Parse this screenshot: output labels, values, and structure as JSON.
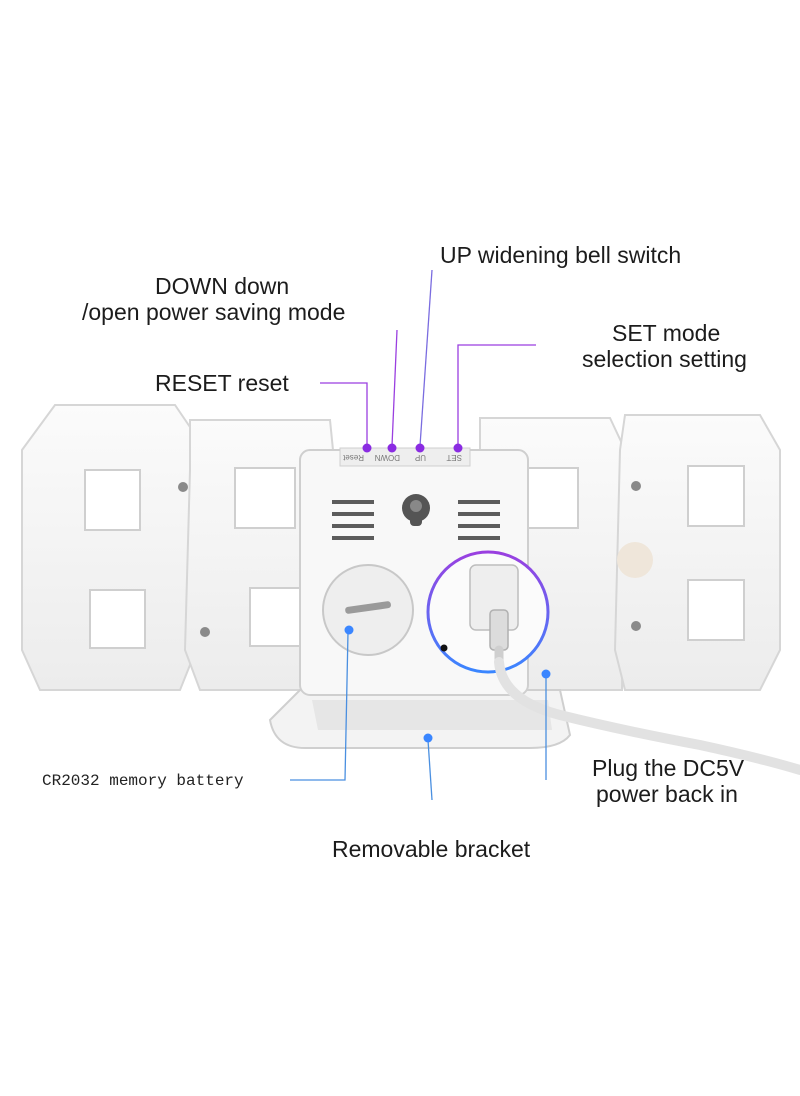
{
  "labels": {
    "up": "UP widening bell switch",
    "down_line1": "DOWN down",
    "down_line2": "/open power saving mode",
    "set_line1": "SET mode",
    "set_line2": "selection setting",
    "reset": "RESET reset",
    "battery": "CR2032 memory battery",
    "plug_line1": "Plug the DC5V",
    "plug_line2": "power back in",
    "bracket": "Removable bracket"
  },
  "button_labels": [
    "Reset",
    "DOWN",
    "UP",
    "SET"
  ],
  "colors": {
    "clock_body": "#f6f6f6",
    "clock_shadow": "#d9d9d9",
    "leader_purple": "#9a3fe0",
    "leader_blue": "#4a8fe0",
    "dot_purple": "#8a2be2",
    "dot_blue": "#3a86ff"
  },
  "icons": [
    "screw-icon",
    "keyhole-icon",
    "vent-icon",
    "battery-cover-icon",
    "dc-plug-icon"
  ]
}
